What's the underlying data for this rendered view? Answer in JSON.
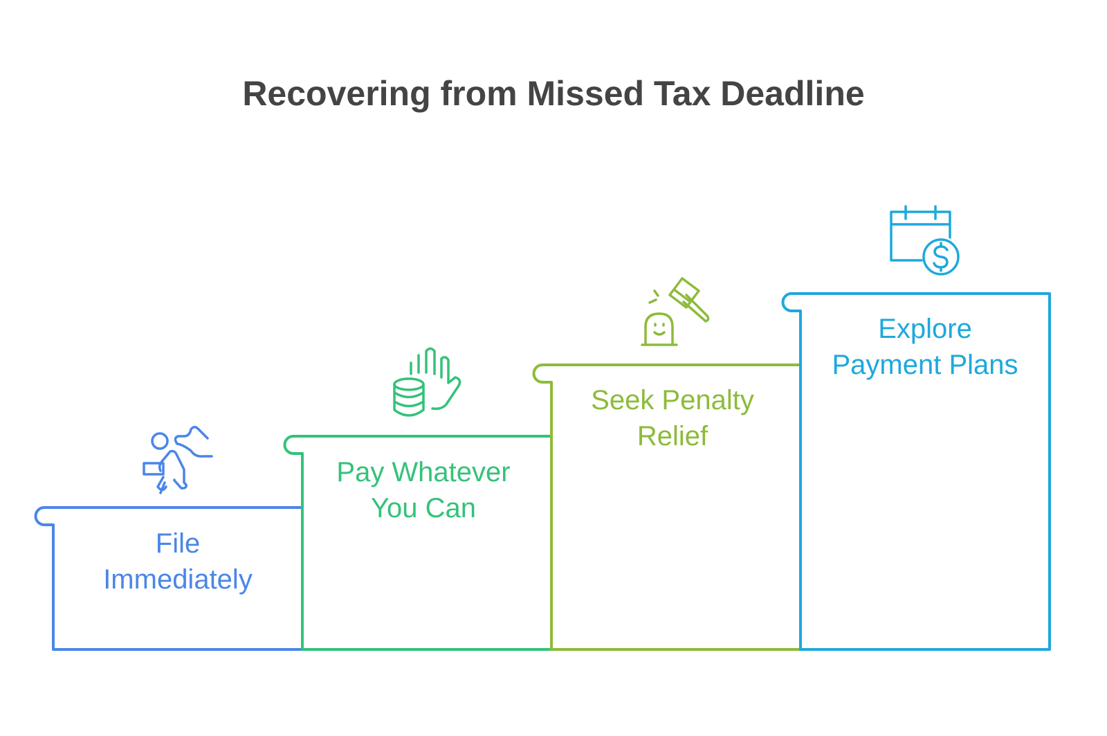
{
  "title": "Recovering from Missed Tax Deadline",
  "steps": [
    {
      "line1": "File",
      "line2": "Immediately",
      "icon": "running-person-with-document-icon",
      "color": "#4a86e8"
    },
    {
      "line1": "Pay Whatever",
      "line2": "You Can",
      "icon": "hand-with-coins-icon",
      "color": "#34c27a"
    },
    {
      "line1": "Seek Penalty",
      "line2": "Relief",
      "icon": "gavel-icon",
      "color": "#8dbb3a"
    },
    {
      "line1": "Explore",
      "line2": "Payment Plans",
      "icon": "calendar-dollar-icon",
      "color": "#1ea8dc"
    }
  ]
}
